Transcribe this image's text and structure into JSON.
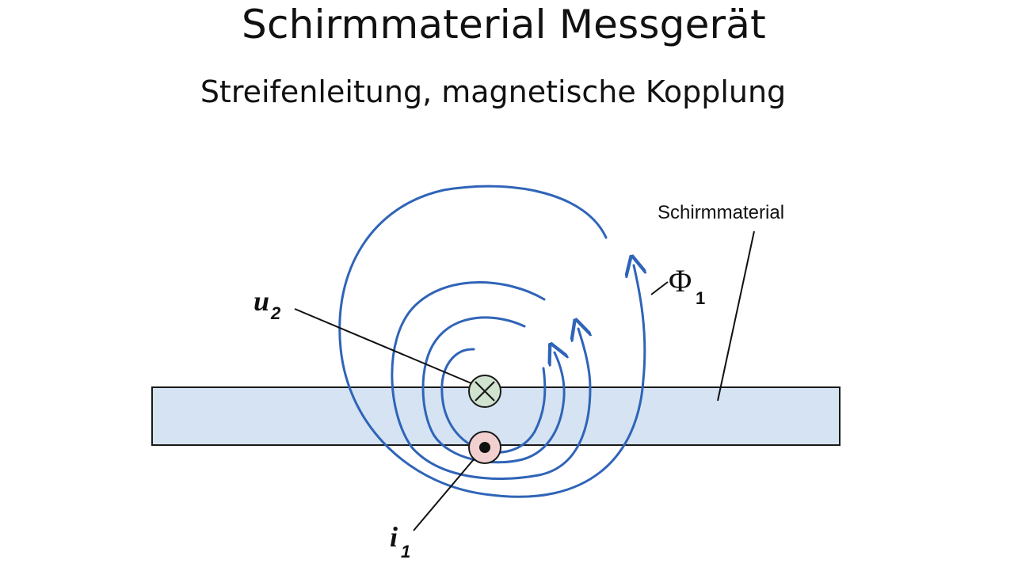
{
  "header": {
    "title": "Schirmmaterial Messgerät",
    "subtitle": "Streifenleitung, magnetische Kopplung"
  },
  "labels": {
    "material": "Schirmmaterial",
    "u2_symbol": "u",
    "u2_index": "2",
    "i1_symbol": "i",
    "i1_index": "1",
    "phi_symbol": "Φ",
    "phi_index": "1"
  },
  "colors": {
    "strip_fill": "#d5e3f2",
    "strip_stroke": "#1a1a1a",
    "flux": "#2f64b8",
    "u2_conductor": "#cfe3cf",
    "i1_conductor": "#f3d0d0"
  },
  "icons": {
    "u2_conductor": "current-into-page-cross-icon",
    "i1_conductor": "current-out-of-page-dot-icon"
  }
}
